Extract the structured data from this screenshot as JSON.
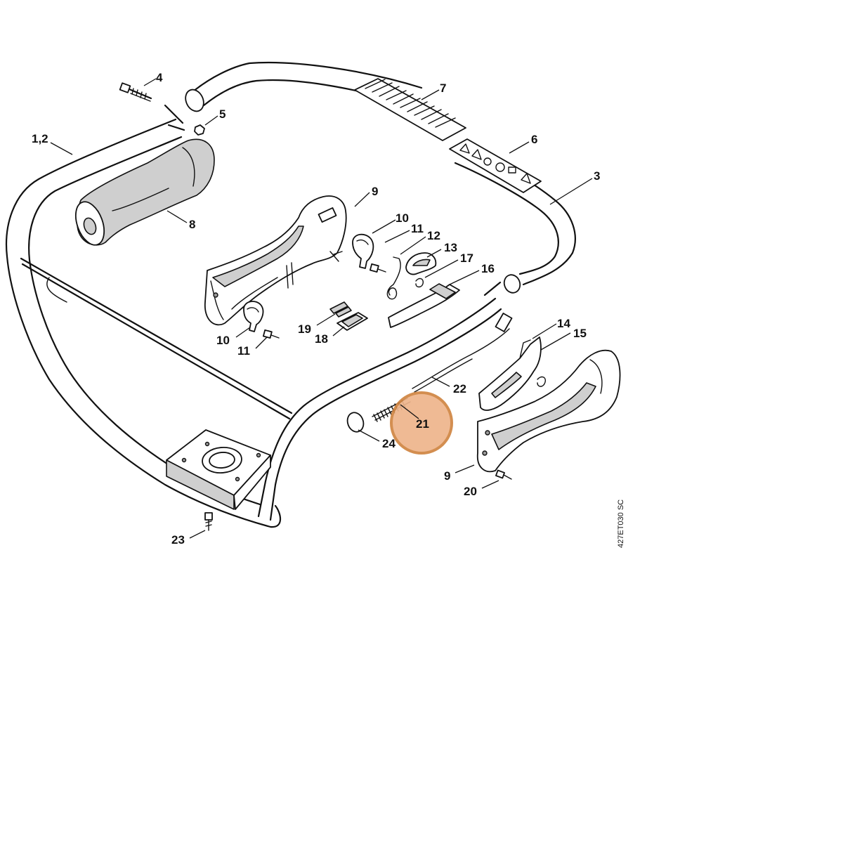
{
  "diagram": {
    "drawing_code": "427ET030 SC",
    "highlight": {
      "label": "21",
      "fill": "#eeb58c",
      "stroke": "#d08542"
    },
    "labels": {
      "p1_2": "1,2",
      "p3": "3",
      "p4": "4",
      "p5": "5",
      "p6": "6",
      "p7": "7",
      "p8": "8",
      "p9_top": "9",
      "p9_bottom": "9",
      "p10_top": "10",
      "p10_bottom": "10",
      "p11_top": "11",
      "p11_bottom": "11",
      "p12": "12",
      "p13": "13",
      "p14": "14",
      "p15": "15",
      "p16": "16",
      "p17": "17",
      "p18": "18",
      "p19": "19",
      "p20": "20",
      "p21": "21",
      "p22": "22",
      "p23": "23",
      "p24": "24"
    }
  }
}
